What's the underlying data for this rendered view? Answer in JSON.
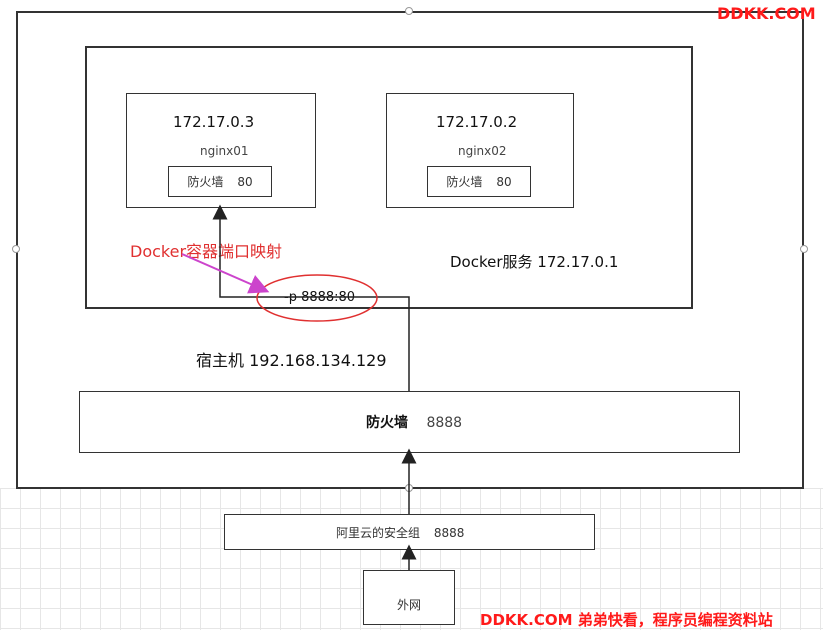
{
  "watermark_top": "DDKK.COM",
  "watermark_bottom": "DDKK.COM 弟弟快看，程序员编程资料站",
  "containers": [
    {
      "ip": "172.17.0.3",
      "name": "nginx01",
      "firewall_label": "防火墙",
      "firewall_port": "80"
    },
    {
      "ip": "172.17.0.2",
      "name": "nginx02",
      "firewall_label": "防火墙",
      "firewall_port": "80"
    }
  ],
  "mapping_label": "Docker容器端口映射",
  "docker_service": "Docker服务  172.17.0.1",
  "port_mapping": "-p 8888:80",
  "host_label": "宿主机  192.168.134.129",
  "host_firewall": {
    "label": "防火墙",
    "port": "8888"
  },
  "aliyun_sg": {
    "label": "阿里云的安全组",
    "port": "8888"
  },
  "internet": "外网",
  "colors": {
    "annotation_red": "#e03030",
    "arrow_magenta": "#cc44cc",
    "watermark": "#ff1a1a"
  }
}
